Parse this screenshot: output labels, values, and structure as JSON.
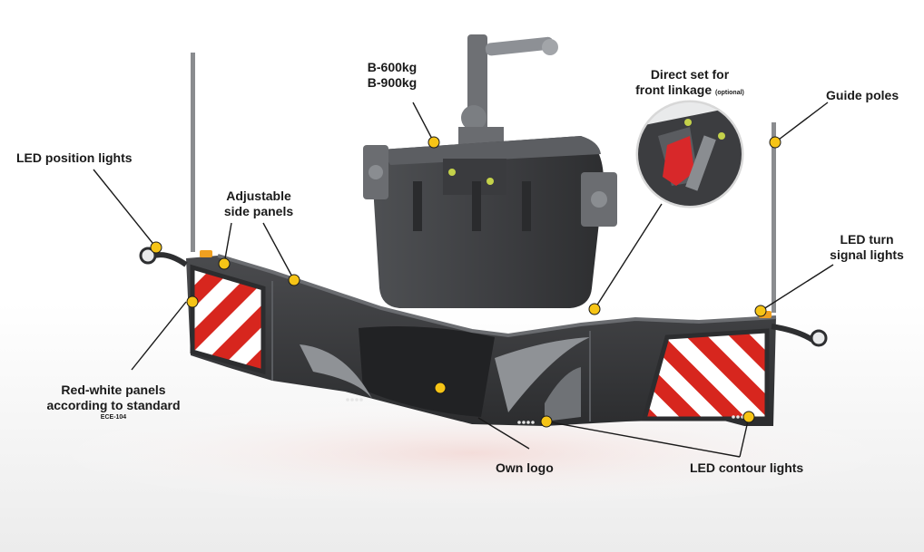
{
  "labels": {
    "weights_line1": "B-600kg",
    "weights_line2": "B-900kg",
    "direct_set_line1": "Direct set for",
    "direct_set_line2": "front linkage",
    "direct_set_note": "(optional)",
    "guide_poles": "Guide poles",
    "led_position": "LED position lights",
    "adjustable_line1": "Adjustable",
    "adjustable_line2": "side panels",
    "led_turn_line1": "LED turn",
    "led_turn_line2": "signal lights",
    "red_white_line1": "Red-white panels",
    "red_white_line2": "according to standard",
    "red_white_note": "ECE-104",
    "own_logo": "Own logo",
    "led_contour": "LED contour lights"
  },
  "colors": {
    "body_dark": "#3a3b3d",
    "body_mid": "#55575a",
    "accent_grey": "#8f9296",
    "stripe_red": "#d7261e",
    "stripe_white": "#ffffff",
    "marker_yellow": "#f6c416",
    "amber_light": "#f0a020",
    "bracket_red": "#d8282a"
  }
}
